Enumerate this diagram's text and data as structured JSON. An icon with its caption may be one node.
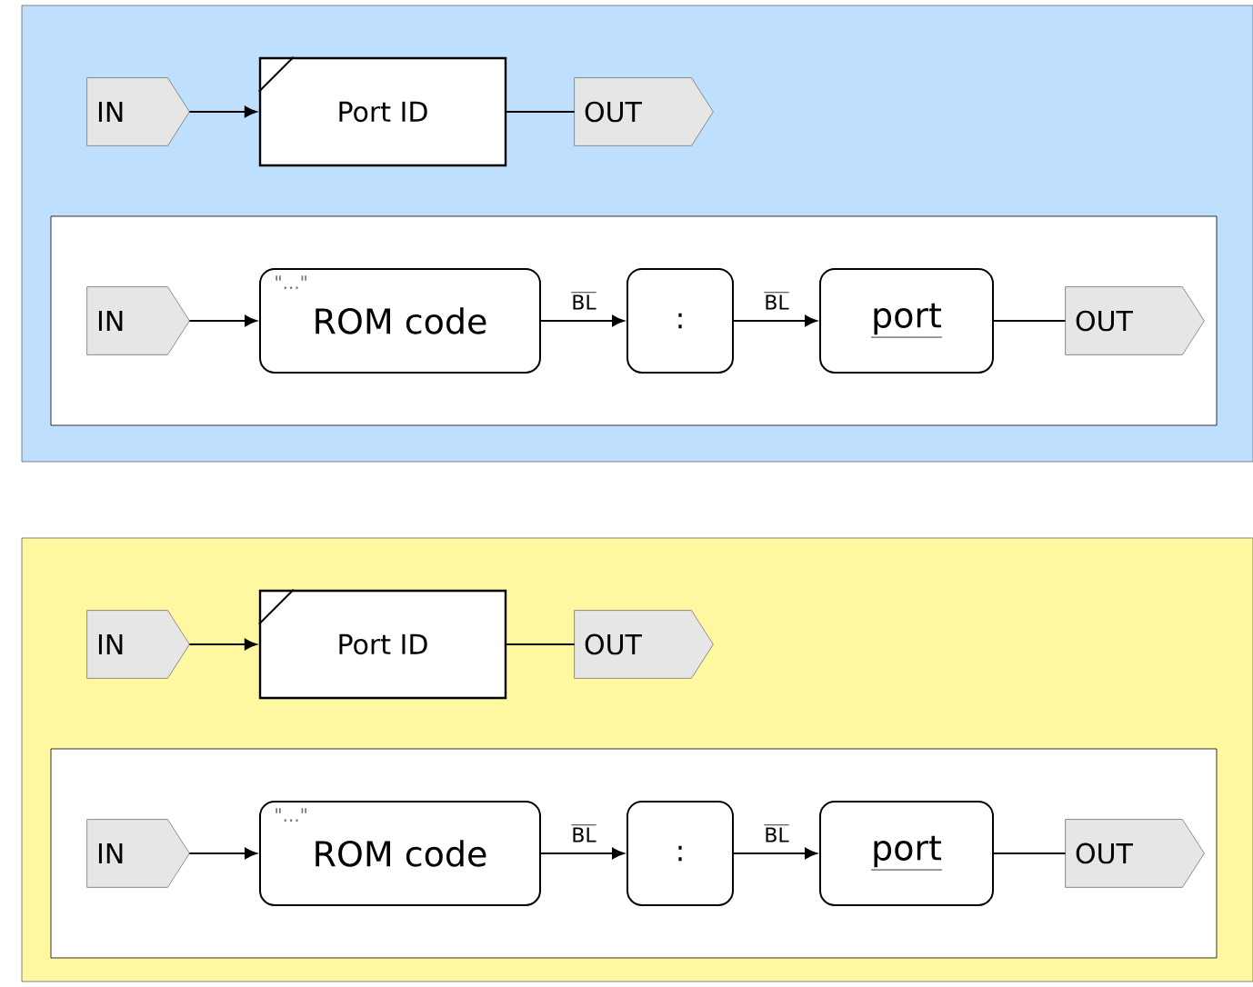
{
  "diagram": {
    "nodes": [
      {
        "text": [],
        "shape": "box"
      },
      {
        "text": [
          "IN"
        ],
        "in": 0
      },
      {
        "text": [
          "Port ID"
        ],
        "in": 0
      },
      {
        "text": [
          "OUT"
        ],
        "in": 0
      },
      {
        "text": [],
        "shape": "box",
        "in": 0
      },
      {
        "text": [
          "IN"
        ],
        "in": 4
      },
      {
        "text": [
          "\"...\"",
          "ROM code"
        ],
        "in": 4
      },
      {
        "text": [
          ":"
        ],
        "in": 4
      },
      {
        "text": [
          "port"
        ],
        "in": 4
      },
      {
        "text": [
          "OUT"
        ],
        "in": 4
      },
      {
        "text": [],
        "shape": "box"
      },
      {
        "text": [
          "IN"
        ],
        "in": 10
      },
      {
        "text": [
          "Port ID"
        ],
        "in": 10
      },
      {
        "text": [
          "OUT"
        ],
        "in": 10
      },
      {
        "text": [],
        "shape": "box",
        "in": 10
      },
      {
        "text": [
          "IN"
        ],
        "in": 14
      },
      {
        "text": [
          "\"...\"",
          "ROM code"
        ],
        "in": 14
      },
      {
        "text": [
          ":"
        ],
        "in": 14
      },
      {
        "text": [
          "port"
        ],
        "in": 14
      },
      {
        "text": [
          "OUT"
        ],
        "in": 14
      }
    ],
    "edges": [
      {
        "from": 1,
        "to": 2,
        "arrow": "to"
      },
      {
        "from": 2,
        "to": 3,
        "arrow": "none"
      },
      {
        "from": 5,
        "to": 6,
        "arrow": "to"
      },
      {
        "from": 6,
        "to": 7,
        "arrow": "to",
        "label": "BL"
      },
      {
        "from": 7,
        "to": 8,
        "arrow": "to",
        "label": "BL"
      },
      {
        "from": 8,
        "to": 9,
        "arrow": "none"
      },
      {
        "from": 11,
        "to": 12,
        "arrow": "to"
      },
      {
        "from": 12,
        "to": 13,
        "arrow": "none"
      },
      {
        "from": 15,
        "to": 16,
        "arrow": "to"
      },
      {
        "from": 16,
        "to": 17,
        "arrow": "to",
        "label": "BL"
      },
      {
        "from": 17,
        "to": 18,
        "arrow": "to",
        "label": "BL"
      },
      {
        "from": 18,
        "to": 19,
        "arrow": "none"
      }
    ]
  }
}
